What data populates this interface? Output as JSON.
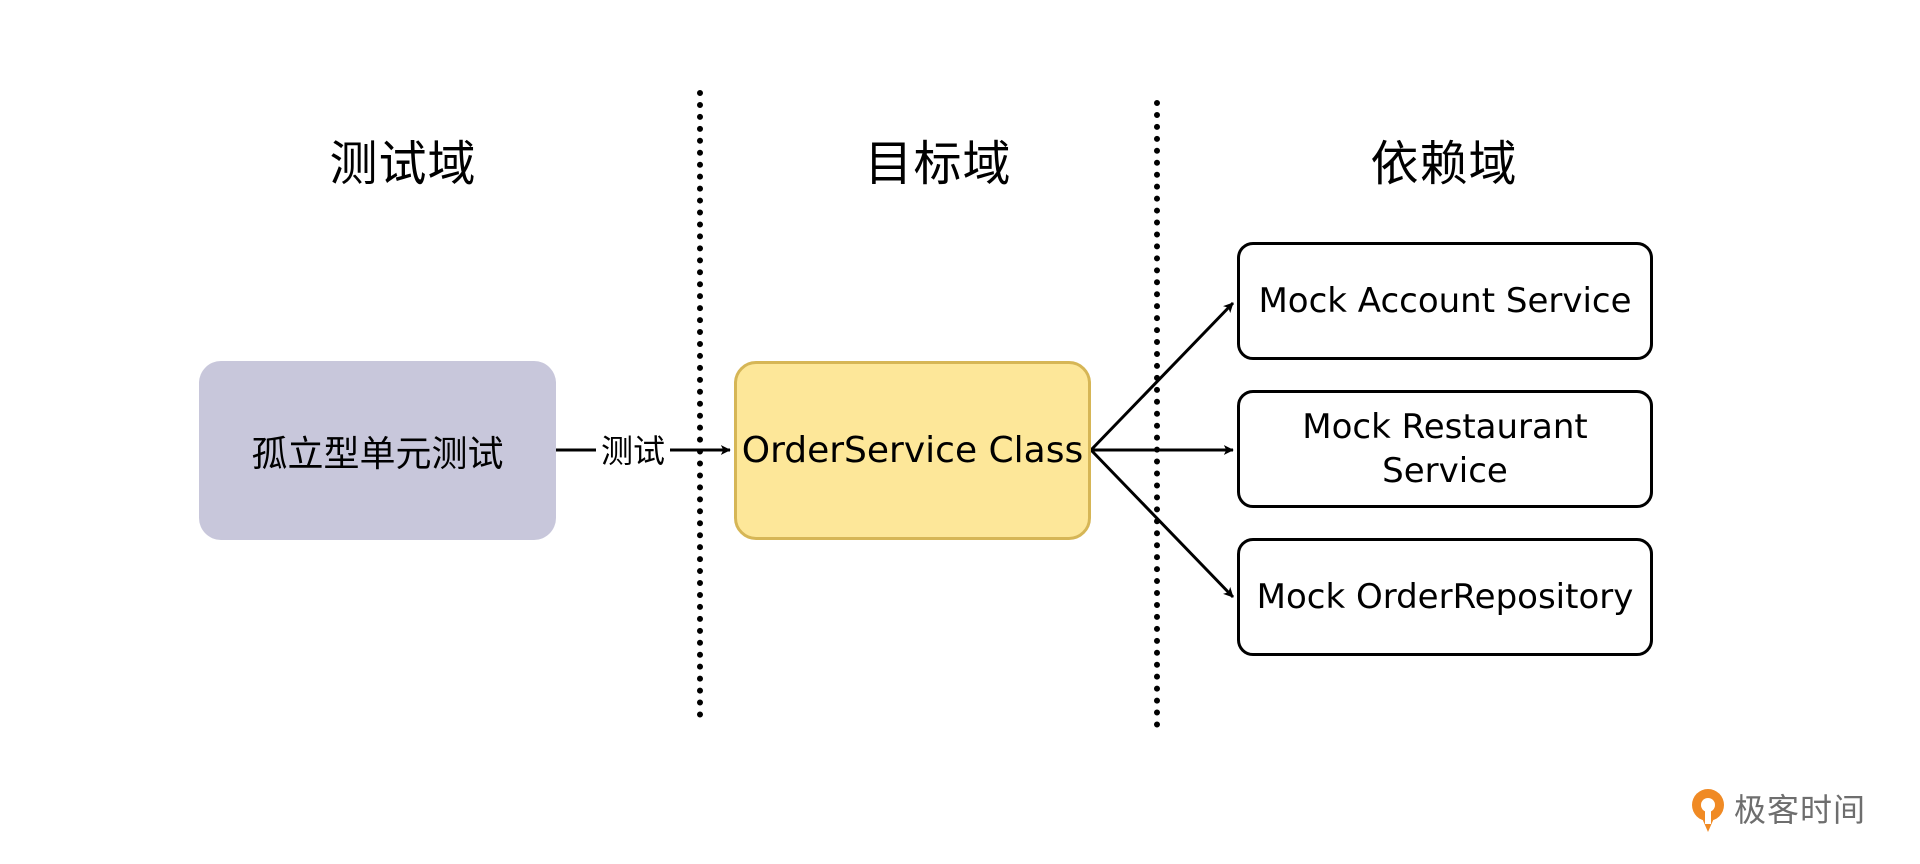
{
  "columns": [
    {
      "heading": "测试域"
    },
    {
      "heading": "目标域"
    },
    {
      "heading": "依赖域"
    }
  ],
  "nodes": {
    "test": {
      "label": "孤立型单元测试",
      "fill": "#c8c7db"
    },
    "target": {
      "label": "OrderService Class",
      "fill": "#fde799",
      "stroke": "#d6b656"
    },
    "dependencies": [
      {
        "line1": "Mock Account Service",
        "line2": ""
      },
      {
        "line1": "Mock Restaurant",
        "line2": "Service"
      },
      {
        "line1": "Mock OrderRepository",
        "line2": ""
      }
    ]
  },
  "edges": [
    {
      "from": "test",
      "to": "target",
      "label": "测试"
    },
    {
      "from": "target",
      "to": "dependencies.0",
      "label": ""
    },
    {
      "from": "target",
      "to": "dependencies.1",
      "label": ""
    },
    {
      "from": "target",
      "to": "dependencies.2",
      "label": ""
    }
  ],
  "brand": {
    "name": "极客时间",
    "accent": "#f08a24"
  }
}
